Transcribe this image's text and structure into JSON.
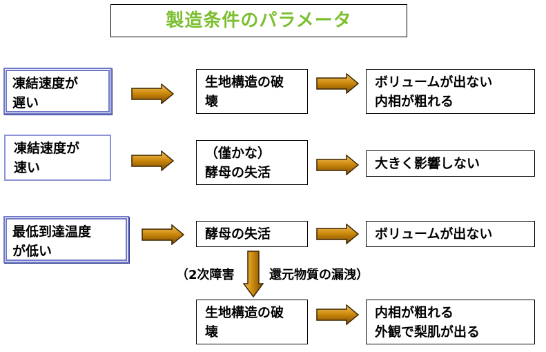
{
  "title": "製造条件のパラメータ",
  "rows": [
    {
      "cause": [
        "凍結速度が",
        "遅い"
      ],
      "effect": [
        "生地構造の破",
        "壊"
      ],
      "result": [
        "ボリュームが出ない",
        "内相が粗れる"
      ]
    },
    {
      "cause": [
        "凍結速度が",
        "速い"
      ],
      "effect": [
        "（僅かな）",
        "酵母の失活"
      ],
      "result": [
        "大きく影響しない"
      ]
    },
    {
      "cause": [
        "最低到達温度",
        "が低い"
      ],
      "effect": [
        "酵母の失活"
      ],
      "result": [
        "ボリュームが出ない"
      ]
    }
  ],
  "secondary": {
    "note_left": "（2次障害",
    "note_right": "還元物質の漏洩）",
    "effect": [
      "生地構造の破",
      "壊"
    ],
    "result": [
      "内相が粗れる",
      "外観で梨肌が出る"
    ]
  },
  "colors": {
    "title": "#7bbf2e",
    "arrow": "#c8860a",
    "blue_border": "#6f79c8"
  }
}
